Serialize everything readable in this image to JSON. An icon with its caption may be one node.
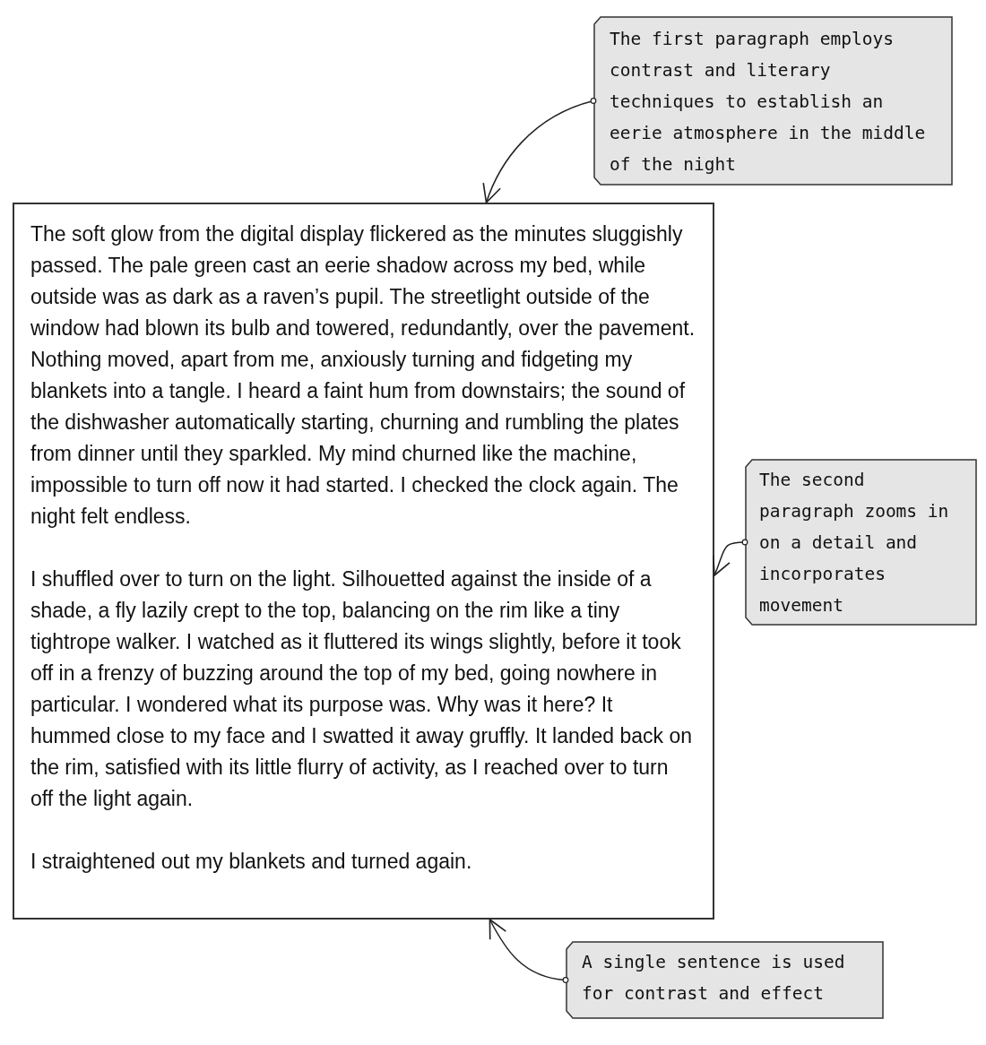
{
  "diagram": {
    "nodes": [
      {
        "text": [
          "The soft glow from the digital display flickered as the minutes sluggishly passed. The pale green cast an eerie shadow across my bed, while outside was as dark as a raven’s pupil. The streetlight outside of the window had blown its bulb and towered, redundantly, over the pavement. Nothing moved, apart from me, anxiously turning and fidgeting my blankets into a tangle. I heard a faint hum from downstairs; the sound of the dishwasher automatically starting, churning and rumbling the plates from dinner until they sparkled. My mind churned like the machine, impossible to turn off now it had started. I checked the clock again. The night felt endless.",
          "I shuffled over to turn on the light. Silhouetted against the inside of a shade, a fly lazily crept to the top, balancing on the rim like a tiny tightrope walker. I watched as it fluttered its wings slightly, before it took off in a frenzy of buzzing around the top of my bed, going nowhere in particular. I wondered what its purpose was. Why was it here? It hummed close to my face and I swatted it away gruffly. It landed back on the rim, satisfied with its little flurry of activity, as I reached over to turn off the light again.",
          "I straightened out my blankets and turned again."
        ]
      },
      {
        "text": [
          "The first paragraph employs contrast and literary techniques to establish an eerie atmosphere in the middle of the night"
        ]
      },
      {
        "text": [
          "The second paragraph zooms in on a detail and incorporates movement"
        ]
      },
      {
        "text": [
          "A single sentence is used for contrast and effect"
        ]
      }
    ],
    "edges": [
      {
        "from": 1,
        "to": 0,
        "arrow": "to"
      },
      {
        "from": 2,
        "to": 0,
        "arrow": "to"
      },
      {
        "from": 3,
        "to": 0,
        "arrow": "to"
      }
    ]
  }
}
